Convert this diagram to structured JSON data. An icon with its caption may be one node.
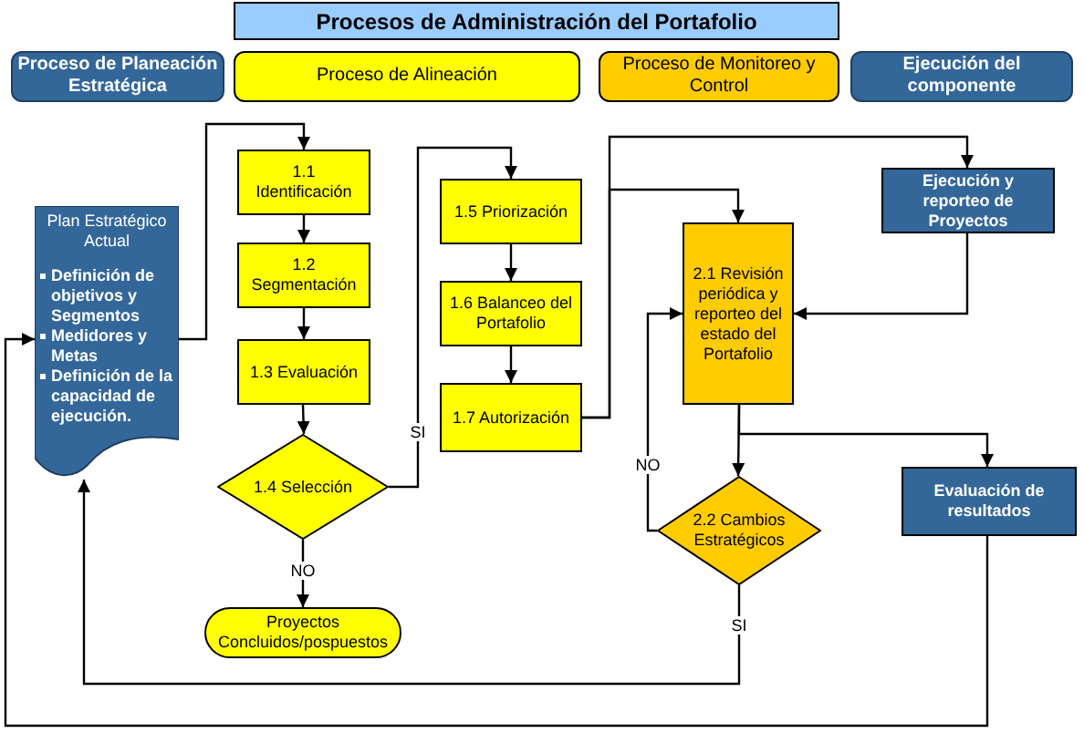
{
  "diagram": {
    "title": "Procesos de Administración del Portafolio",
    "nodes": [
      {
        "text": [
          "Proceso de Planeación Estratégica"
        ]
      },
      {
        "text": [
          "Proceso de Alineación"
        ]
      },
      {
        "text": [
          "Proceso de Monitoreo y Control"
        ]
      },
      {
        "text": [
          "Ejecución del componente"
        ]
      },
      {
        "text": [
          "Plan Estratégico Actual",
          "Definición de objetivos y Segmentos",
          "Medidores y Metas",
          "Definición de la capacidad de ejecución."
        ]
      },
      {
        "text": [
          "1.1 Identificación"
        ]
      },
      {
        "text": [
          "1.2 Segmentación"
        ]
      },
      {
        "text": [
          "1.3 Evaluación"
        ]
      },
      {
        "text": [
          "1.4 Selección"
        ]
      },
      {
        "text": [
          "Proyectos Concluidos/pospuestos"
        ]
      },
      {
        "text": [
          "1.5 Priorización"
        ]
      },
      {
        "text": [
          "1.6 Balanceo del Portafolio"
        ]
      },
      {
        "text": [
          "1.7 Autorización"
        ]
      },
      {
        "text": [
          "2.1 Revisión periódica y reporteo del estado del Portafolio"
        ]
      },
      {
        "text": [
          "Ejecución y reporteo de Proyectos"
        ]
      },
      {
        "text": [
          "2.2 Cambios Estratégicos"
        ]
      },
      {
        "text": [
          "Evaluación de resultados"
        ]
      }
    ],
    "edges": [
      {
        "from": 4,
        "to": 5,
        "arrow": "to"
      },
      {
        "from": 5,
        "to": 6,
        "arrow": "to"
      },
      {
        "from": 6,
        "to": 7,
        "arrow": "to"
      },
      {
        "from": 7,
        "to": 8,
        "arrow": "to"
      },
      {
        "from": 8,
        "to": 9,
        "label": "NO",
        "arrow": "to"
      },
      {
        "from": 8,
        "to": 10,
        "label": "SI",
        "arrow": "to"
      },
      {
        "from": 10,
        "to": 11,
        "arrow": "to"
      },
      {
        "from": 11,
        "to": 12,
        "arrow": "to"
      },
      {
        "from": 12,
        "to": 14,
        "arrow": "to"
      },
      {
        "from": 12,
        "to": 13,
        "arrow": "to"
      },
      {
        "from": 14,
        "to": 13,
        "arrow": "to"
      },
      {
        "from": 15,
        "to": 13,
        "label": "NO",
        "arrow": "to"
      },
      {
        "from": 13,
        "to": 15,
        "arrow": "to"
      },
      {
        "from": 13,
        "to": 16,
        "arrow": "to"
      },
      {
        "from": 15,
        "to": 4,
        "label": "SI",
        "arrow": "to"
      },
      {
        "from": 16,
        "to": 4,
        "arrow": "to"
      }
    ]
  }
}
